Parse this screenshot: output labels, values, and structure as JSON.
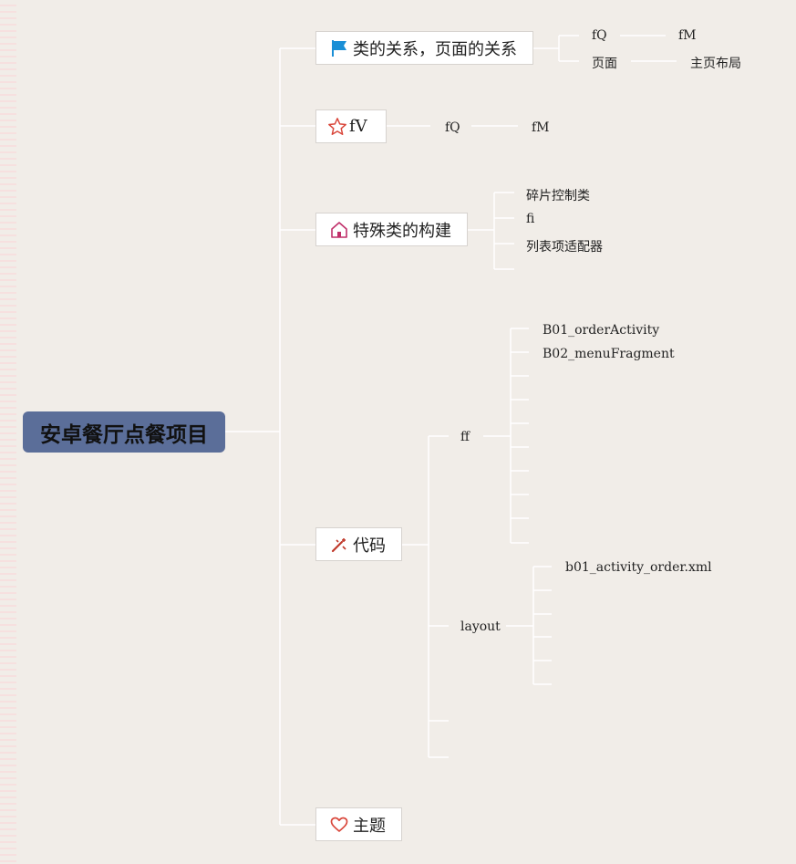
{
  "root": {
    "label": "安卓餐厅点餐项目"
  },
  "branches": {
    "relations": {
      "label": "类的关系，页面的关系",
      "icon": "flag-icon",
      "children": [
        {
          "label": "fQ",
          "child": "fM"
        },
        {
          "label": "页面",
          "child": "主页布局"
        }
      ]
    },
    "fv": {
      "label": "fV",
      "icon": "star-icon",
      "children": [
        {
          "label": "fQ",
          "child": "fM"
        }
      ]
    },
    "special": {
      "label": "特殊类的构建",
      "icon": "home-icon",
      "children": [
        "碎片控制类",
        "fi",
        "列表项适配器"
      ]
    },
    "code": {
      "label": "代码",
      "icon": "magic-wand-icon",
      "ff": {
        "label": "ff",
        "items": [
          "B01_orderActivity",
          "B02_menuFragment"
        ]
      },
      "layout": {
        "label": "layout",
        "items": [
          "b01_activity_order.xml"
        ]
      }
    },
    "theme": {
      "label": "主题",
      "icon": "heart-icon"
    }
  },
  "colors": {
    "background": "#f1ede8",
    "root_fill": "#5b6e99",
    "line": "#ffffff",
    "flag": "#1a8fd6",
    "star": "#d9463a",
    "home": "#c0306a",
    "wand": "#c0392b",
    "heart": "#d9463a"
  }
}
